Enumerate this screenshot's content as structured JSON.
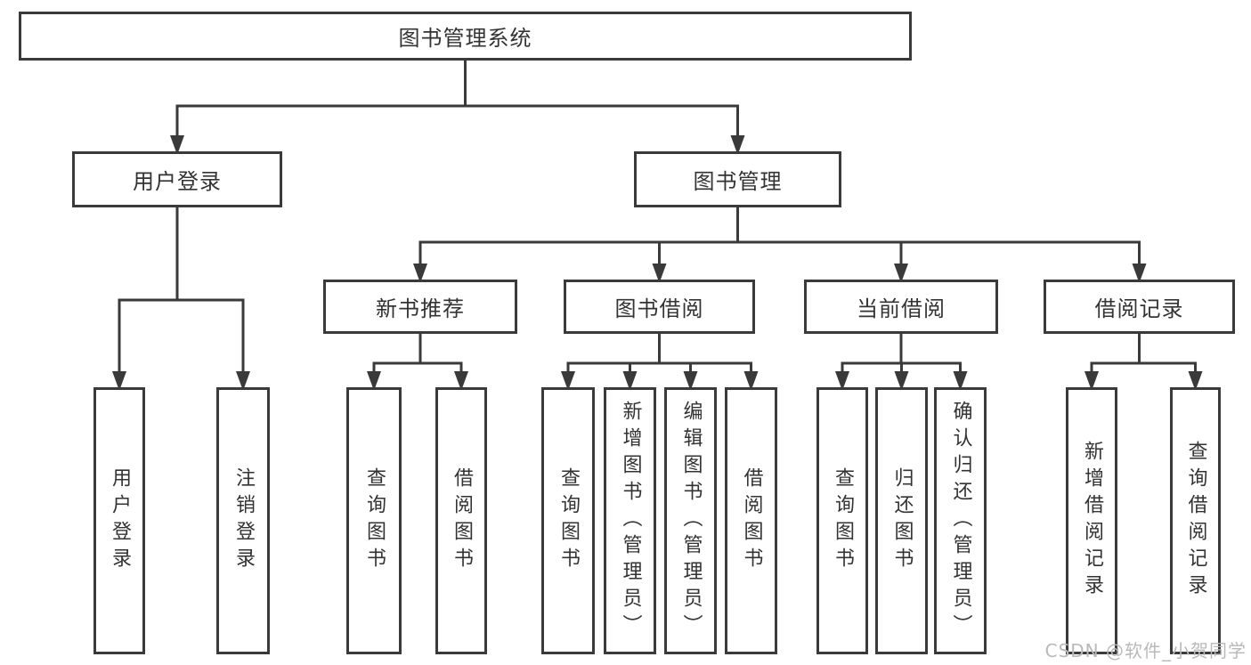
{
  "diagram": {
    "title": "图书管理系统",
    "colors": {
      "line": "#3a3a3a",
      "text": "#333333",
      "background": "#ffffff",
      "watermark": "#b9b9b9"
    },
    "nodes": [
      {
        "id": "system",
        "label": "图书管理系统",
        "orientation": "horizontal",
        "children": [
          "user-login",
          "book-mgmt"
        ]
      },
      {
        "id": "user-login",
        "label": "用户登录",
        "orientation": "horizontal",
        "children": [
          "login",
          "logout"
        ]
      },
      {
        "id": "book-mgmt",
        "label": "图书管理",
        "orientation": "horizontal",
        "children": [
          "new-book-rec",
          "book-borrow",
          "current-borrow",
          "borrow-records"
        ]
      },
      {
        "id": "new-book-rec",
        "label": "新书推荐",
        "orientation": "horizontal",
        "children": [
          "nbr-query",
          "nbr-borrow"
        ]
      },
      {
        "id": "book-borrow",
        "label": "图书借阅",
        "orientation": "horizontal",
        "children": [
          "bb-query",
          "bb-add",
          "bb-edit",
          "bb-borrow"
        ]
      },
      {
        "id": "current-borrow",
        "label": "当前借阅",
        "orientation": "horizontal",
        "children": [
          "cb-query",
          "cb-return",
          "cb-confirm"
        ]
      },
      {
        "id": "borrow-records",
        "label": "借阅记录",
        "orientation": "horizontal",
        "children": [
          "br-add",
          "br-query"
        ]
      },
      {
        "id": "login",
        "label": "用户登录",
        "orientation": "vertical",
        "children": []
      },
      {
        "id": "logout",
        "label": "注销登录",
        "orientation": "vertical",
        "children": []
      },
      {
        "id": "nbr-query",
        "label": "查询图书",
        "orientation": "vertical",
        "children": []
      },
      {
        "id": "nbr-borrow",
        "label": "借阅图书",
        "orientation": "vertical",
        "children": []
      },
      {
        "id": "bb-query",
        "label": "查询图书",
        "orientation": "vertical",
        "children": []
      },
      {
        "id": "bb-add",
        "label": "新增图书（管理员）",
        "orientation": "vertical",
        "children": []
      },
      {
        "id": "bb-edit",
        "label": "编辑图书（管理员）",
        "orientation": "vertical",
        "children": []
      },
      {
        "id": "bb-borrow",
        "label": "借阅图书",
        "orientation": "vertical",
        "children": []
      },
      {
        "id": "cb-query",
        "label": "查询图书",
        "orientation": "vertical",
        "children": []
      },
      {
        "id": "cb-return",
        "label": "归还图书",
        "orientation": "vertical",
        "children": []
      },
      {
        "id": "cb-confirm",
        "label": "确认归还（管理员）",
        "orientation": "vertical",
        "children": []
      },
      {
        "id": "br-add",
        "label": "新增借阅记录",
        "orientation": "vertical",
        "children": []
      },
      {
        "id": "br-query",
        "label": "查询借阅记录",
        "orientation": "vertical",
        "children": []
      }
    ],
    "watermark": {
      "label": "CSDN @软件_小贺同学"
    }
  }
}
